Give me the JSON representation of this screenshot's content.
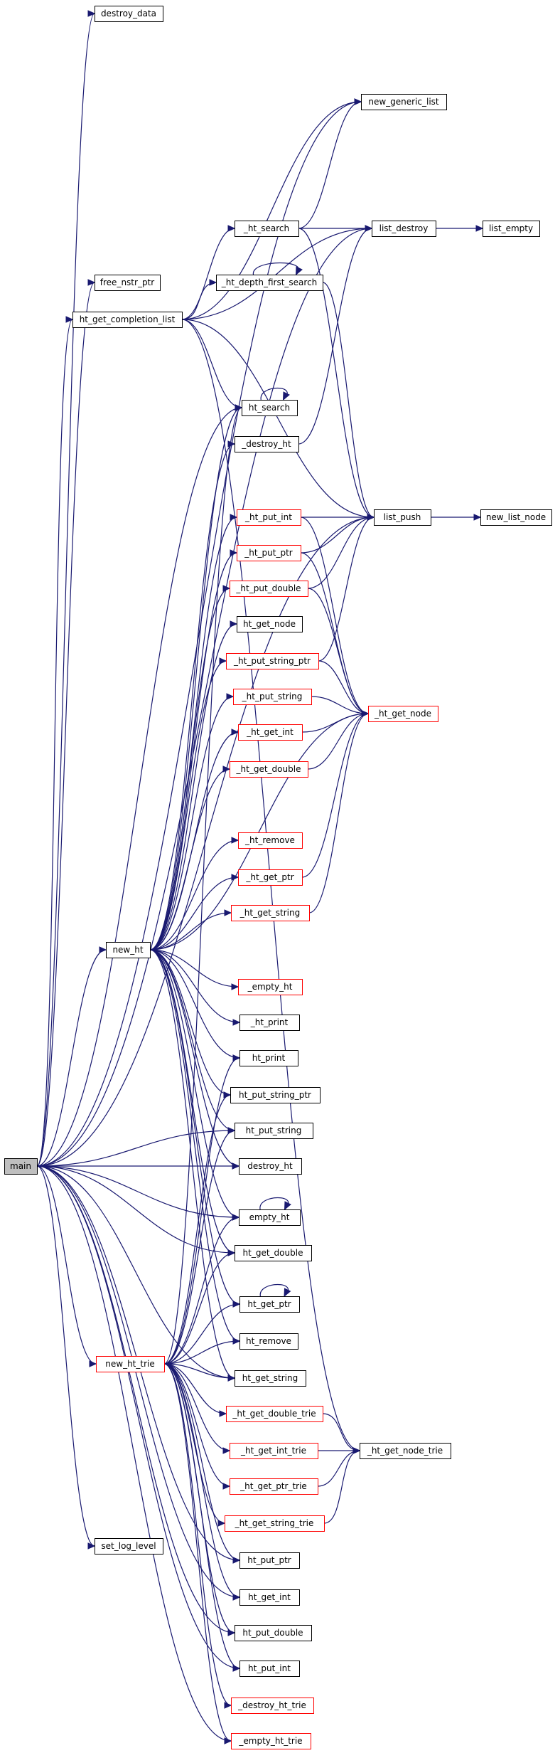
{
  "diagram": {
    "nodes": [
      {
        "id": "destroy_data",
        "label": "destroy_data",
        "border": "black"
      },
      {
        "id": "new_generic_list",
        "label": "new_generic_list",
        "border": "black"
      },
      {
        "id": "_ht_search",
        "label": "_ht_search",
        "border": "black"
      },
      {
        "id": "list_destroy",
        "label": "list_destroy",
        "border": "black"
      },
      {
        "id": "list_empty",
        "label": "list_empty",
        "border": "black"
      },
      {
        "id": "free_nstr_ptr",
        "label": "free_nstr_ptr",
        "border": "black"
      },
      {
        "id": "_ht_depth_first_search",
        "label": "_ht_depth_first_search",
        "border": "black"
      },
      {
        "id": "ht_get_completion_list",
        "label": "ht_get_completion_list",
        "border": "black"
      },
      {
        "id": "ht_search",
        "label": "ht_search",
        "border": "black"
      },
      {
        "id": "_destroy_ht",
        "label": "_destroy_ht",
        "border": "black"
      },
      {
        "id": "_ht_put_int",
        "label": "_ht_put_int",
        "border": "red"
      },
      {
        "id": "list_push",
        "label": "list_push",
        "border": "black"
      },
      {
        "id": "new_list_node",
        "label": "new_list_node",
        "border": "black"
      },
      {
        "id": "_ht_put_ptr",
        "label": "_ht_put_ptr",
        "border": "red"
      },
      {
        "id": "_ht_put_double",
        "label": "_ht_put_double",
        "border": "red"
      },
      {
        "id": "ht_get_node",
        "label": "ht_get_node",
        "border": "black"
      },
      {
        "id": "_ht_put_string_ptr",
        "label": "_ht_put_string_ptr",
        "border": "red"
      },
      {
        "id": "_ht_put_string",
        "label": "_ht_put_string",
        "border": "red"
      },
      {
        "id": "_ht_get_node",
        "label": "_ht_get_node",
        "border": "red"
      },
      {
        "id": "_ht_get_int",
        "label": "_ht_get_int",
        "border": "red"
      },
      {
        "id": "_ht_get_double",
        "label": "_ht_get_double",
        "border": "red"
      },
      {
        "id": "_ht_remove",
        "label": "_ht_remove",
        "border": "red"
      },
      {
        "id": "_ht_get_ptr",
        "label": "_ht_get_ptr",
        "border": "red"
      },
      {
        "id": "_ht_get_string",
        "label": "_ht_get_string",
        "border": "red"
      },
      {
        "id": "new_ht",
        "label": "new_ht",
        "border": "black"
      },
      {
        "id": "_empty_ht",
        "label": "_empty_ht",
        "border": "red"
      },
      {
        "id": "_ht_print",
        "label": "_ht_print",
        "border": "black"
      },
      {
        "id": "ht_print",
        "label": "ht_print",
        "border": "black"
      },
      {
        "id": "ht_put_string_ptr",
        "label": "ht_put_string_ptr",
        "border": "black"
      },
      {
        "id": "ht_put_string",
        "label": "ht_put_string",
        "border": "black"
      },
      {
        "id": "main",
        "label": "main",
        "border": "black",
        "fill": "gray"
      },
      {
        "id": "destroy_ht",
        "label": "destroy_ht",
        "border": "black"
      },
      {
        "id": "empty_ht",
        "label": "empty_ht",
        "border": "black"
      },
      {
        "id": "ht_get_double",
        "label": "ht_get_double",
        "border": "black"
      },
      {
        "id": "ht_get_ptr",
        "label": "ht_get_ptr",
        "border": "black"
      },
      {
        "id": "new_ht_trie",
        "label": "new_ht_trie",
        "border": "red"
      },
      {
        "id": "ht_remove",
        "label": "ht_remove",
        "border": "black"
      },
      {
        "id": "ht_get_string",
        "label": "ht_get_string",
        "border": "black"
      },
      {
        "id": "_ht_get_double_trie",
        "label": "_ht_get_double_trie",
        "border": "red"
      },
      {
        "id": "_ht_get_int_trie",
        "label": "_ht_get_int_trie",
        "border": "red"
      },
      {
        "id": "_ht_get_node_trie",
        "label": "_ht_get_node_trie",
        "border": "black"
      },
      {
        "id": "_ht_get_ptr_trie",
        "label": "_ht_get_ptr_trie",
        "border": "red"
      },
      {
        "id": "_ht_get_string_trie",
        "label": "_ht_get_string_trie",
        "border": "red"
      },
      {
        "id": "set_log_level",
        "label": "set_log_level",
        "border": "black"
      },
      {
        "id": "ht_put_ptr",
        "label": "ht_put_ptr",
        "border": "black"
      },
      {
        "id": "ht_get_int",
        "label": "ht_get_int",
        "border": "black"
      },
      {
        "id": "ht_put_double",
        "label": "ht_put_double",
        "border": "black"
      },
      {
        "id": "ht_put_int",
        "label": "ht_put_int",
        "border": "black"
      },
      {
        "id": "_destroy_ht_trie",
        "label": "_destroy_ht_trie",
        "border": "red"
      },
      {
        "id": "_empty_ht_trie",
        "label": "_empty_ht_trie",
        "border": "red"
      }
    ],
    "edges": [
      [
        "main",
        "destroy_data"
      ],
      [
        "main",
        "new_generic_list"
      ],
      [
        "main",
        "list_destroy"
      ],
      [
        "main",
        "free_nstr_ptr"
      ],
      [
        "main",
        "ht_get_completion_list"
      ],
      [
        "main",
        "ht_search"
      ],
      [
        "main",
        "list_push"
      ],
      [
        "main",
        "new_ht"
      ],
      [
        "main",
        "ht_put_string"
      ],
      [
        "main",
        "destroy_ht"
      ],
      [
        "main",
        "empty_ht"
      ],
      [
        "main",
        "ht_get_double"
      ],
      [
        "main",
        "new_ht_trie"
      ],
      [
        "main",
        "ht_get_string"
      ],
      [
        "main",
        "set_log_level"
      ],
      [
        "main",
        "ht_put_ptr"
      ],
      [
        "main",
        "ht_get_int"
      ],
      [
        "main",
        "ht_put_double"
      ],
      [
        "main",
        "ht_put_int"
      ],
      [
        "main",
        "_empty_ht_trie"
      ],
      [
        "ht_get_completion_list",
        "new_generic_list"
      ],
      [
        "ht_get_completion_list",
        "list_destroy"
      ],
      [
        "ht_get_completion_list",
        "_ht_search"
      ],
      [
        "ht_get_completion_list",
        "_ht_depth_first_search"
      ],
      [
        "ht_get_completion_list",
        "ht_search"
      ],
      [
        "ht_get_completion_list",
        "list_push"
      ],
      [
        "ht_get_completion_list",
        "_ht_get_node_trie"
      ],
      [
        "_ht_search",
        "new_generic_list"
      ],
      [
        "_ht_search",
        "list_destroy"
      ],
      [
        "_ht_search",
        "list_push"
      ],
      [
        "_ht_depth_first_search",
        "_ht_depth_first_search"
      ],
      [
        "_ht_depth_first_search",
        "list_push"
      ],
      [
        "ht_search",
        "ht_search"
      ],
      [
        "list_destroy",
        "list_empty"
      ],
      [
        "_destroy_ht",
        "list_destroy"
      ],
      [
        "list_push",
        "new_list_node"
      ],
      [
        "_ht_put_int",
        "list_push"
      ],
      [
        "_ht_put_int",
        "_ht_get_node"
      ],
      [
        "_ht_put_ptr",
        "list_push"
      ],
      [
        "_ht_put_ptr",
        "_ht_get_node"
      ],
      [
        "_ht_put_double",
        "list_push"
      ],
      [
        "_ht_put_double",
        "_ht_get_node"
      ],
      [
        "_ht_put_string_ptr",
        "list_push"
      ],
      [
        "_ht_put_string_ptr",
        "_ht_get_node"
      ],
      [
        "_ht_put_string",
        "_ht_get_node"
      ],
      [
        "_ht_get_int",
        "_ht_get_node"
      ],
      [
        "_ht_get_double",
        "_ht_get_node"
      ],
      [
        "_ht_get_ptr",
        "_ht_get_node"
      ],
      [
        "_ht_get_string",
        "_ht_get_node"
      ],
      [
        "new_ht",
        "ht_search"
      ],
      [
        "new_ht",
        "_destroy_ht"
      ],
      [
        "new_ht",
        "_ht_put_int"
      ],
      [
        "new_ht",
        "_ht_put_ptr"
      ],
      [
        "new_ht",
        "_ht_put_double"
      ],
      [
        "new_ht",
        "ht_get_node"
      ],
      [
        "new_ht",
        "_ht_put_string_ptr"
      ],
      [
        "new_ht",
        "_ht_put_string"
      ],
      [
        "new_ht",
        "_ht_get_int"
      ],
      [
        "new_ht",
        "_ht_get_double"
      ],
      [
        "new_ht",
        "_ht_remove"
      ],
      [
        "new_ht",
        "_ht_get_ptr"
      ],
      [
        "new_ht",
        "_ht_get_string"
      ],
      [
        "new_ht",
        "_ht_get_node"
      ],
      [
        "new_ht",
        "_empty_ht"
      ],
      [
        "new_ht",
        "_ht_print"
      ],
      [
        "new_ht",
        "ht_print"
      ],
      [
        "new_ht",
        "ht_put_string_ptr"
      ],
      [
        "new_ht",
        "ht_put_string"
      ],
      [
        "new_ht",
        "destroy_ht"
      ],
      [
        "new_ht",
        "empty_ht"
      ],
      [
        "new_ht",
        "ht_get_double"
      ],
      [
        "new_ht",
        "ht_get_ptr"
      ],
      [
        "new_ht",
        "ht_remove"
      ],
      [
        "new_ht",
        "ht_get_string"
      ],
      [
        "empty_ht",
        "empty_ht"
      ],
      [
        "ht_get_ptr",
        "ht_get_ptr"
      ],
      [
        "new_ht_trie",
        "ht_search"
      ],
      [
        "new_ht_trie",
        "ht_print"
      ],
      [
        "new_ht_trie",
        "ht_put_string_ptr"
      ],
      [
        "new_ht_trie",
        "ht_put_string"
      ],
      [
        "new_ht_trie",
        "empty_ht"
      ],
      [
        "new_ht_trie",
        "ht_get_double"
      ],
      [
        "new_ht_trie",
        "ht_get_ptr"
      ],
      [
        "new_ht_trie",
        "ht_remove"
      ],
      [
        "new_ht_trie",
        "ht_get_string"
      ],
      [
        "new_ht_trie",
        "_ht_get_double_trie"
      ],
      [
        "new_ht_trie",
        "_ht_get_int_trie"
      ],
      [
        "new_ht_trie",
        "_ht_get_ptr_trie"
      ],
      [
        "new_ht_trie",
        "_ht_get_string_trie"
      ],
      [
        "new_ht_trie",
        "ht_put_ptr"
      ],
      [
        "new_ht_trie",
        "ht_get_int"
      ],
      [
        "new_ht_trie",
        "ht_put_double"
      ],
      [
        "new_ht_trie",
        "ht_put_int"
      ],
      [
        "new_ht_trie",
        "_destroy_ht_trie"
      ],
      [
        "new_ht_trie",
        "_empty_ht_trie"
      ],
      [
        "_ht_get_double_trie",
        "_ht_get_node_trie"
      ],
      [
        "_ht_get_int_trie",
        "_ht_get_node_trie"
      ],
      [
        "_ht_get_ptr_trie",
        "_ht_get_node_trie"
      ],
      [
        "_ht_get_string_trie",
        "_ht_get_node_trie"
      ]
    ],
    "colors": {
      "edge": "#191970",
      "border_default": "#000000",
      "border_red": "#ff0000",
      "main_fill": "#bfbfbf"
    }
  }
}
